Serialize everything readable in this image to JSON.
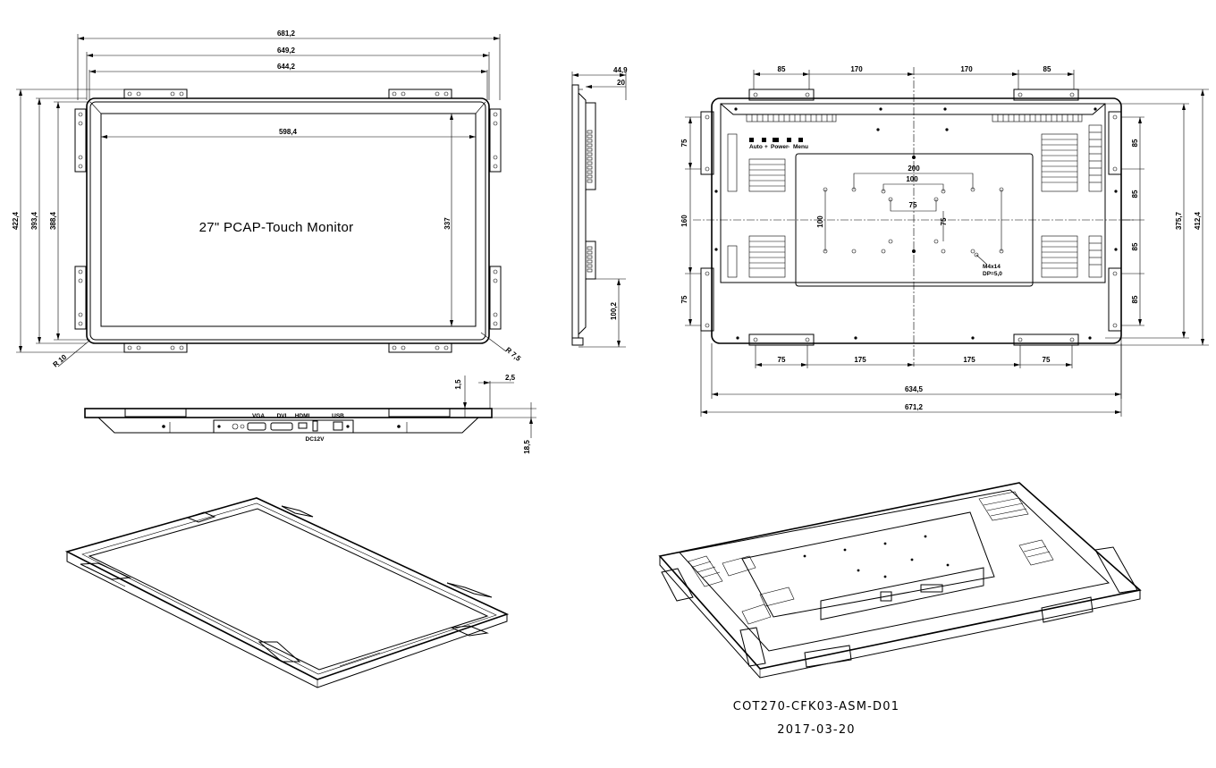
{
  "front_view": {
    "dim_width_overall": "681,2",
    "dim_width_frame": "649,2",
    "dim_width_inner": "644,2",
    "dim_active_width": "598,4",
    "dim_active_height": "337",
    "dim_height_overall": "422,4",
    "dim_height_frame": "393,4",
    "dim_height_inner": "388,4",
    "radius_outer": "R 10",
    "radius_inner": "R 7,5",
    "product_label": "27\" PCAP-Touch Monitor"
  },
  "side_view": {
    "dim_depth_overall": "44,9",
    "dim_depth_body": "20",
    "dim_bracket_height": "100,2"
  },
  "bottom_view": {
    "dim_bezel_gap": "1,5",
    "dim_bezel_step": "2,5",
    "dim_thickness": "18,5",
    "port_labels": [
      "VGA",
      "DVI",
      "HDMI",
      "USB"
    ],
    "power_label": "DC12V"
  },
  "rear_view": {
    "dim_top": [
      "85",
      "170",
      "170",
      "85"
    ],
    "dim_bottom": [
      "75",
      "175",
      "175",
      "75"
    ],
    "dim_width_body": "634,5",
    "dim_width_overall": "671,2",
    "dim_left": [
      "75",
      "160",
      "75"
    ],
    "dim_right": [
      "85",
      "85",
      "85",
      "85"
    ],
    "dim_height_body": "375,7",
    "dim_height_overall": "412,4",
    "vesa_200": "200",
    "vesa_100_h": "100",
    "vesa_75_h": "75",
    "vesa_100_v": "100",
    "vesa_75_v": "75",
    "screw_spec_1": "M4x14",
    "screw_spec_2": "DP=5,0",
    "osd_buttons": [
      "Auto",
      "+",
      "Power",
      "-",
      "Menu"
    ]
  },
  "footer": {
    "drawing_number": "COT270-CFK03-ASM-D01",
    "date": "2017-03-20"
  }
}
